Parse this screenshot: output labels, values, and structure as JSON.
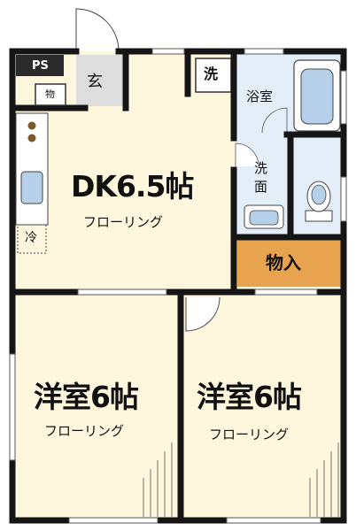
{
  "ps": "PS",
  "entrance": "玄",
  "storage_small": "物",
  "washer": "洗",
  "bath": "浴室",
  "washroom": "洗\n面",
  "fridge": "冷",
  "dk": {
    "title": "DK6.5帖",
    "floor": "フローリング"
  },
  "storage": "物入",
  "room_left": {
    "title": "洋室6帖",
    "floor": "フローリング"
  },
  "room_right": {
    "title": "洋室6帖",
    "floor": "フローリング"
  },
  "colors": {
    "floor_cream": "#fef6dd",
    "wall": "#151515",
    "bath_blue": "#e4eef8",
    "fixture_blue": "#b6d0ea",
    "storage_orange": "#e8a34e",
    "entrance_gray": "#dddddd"
  }
}
